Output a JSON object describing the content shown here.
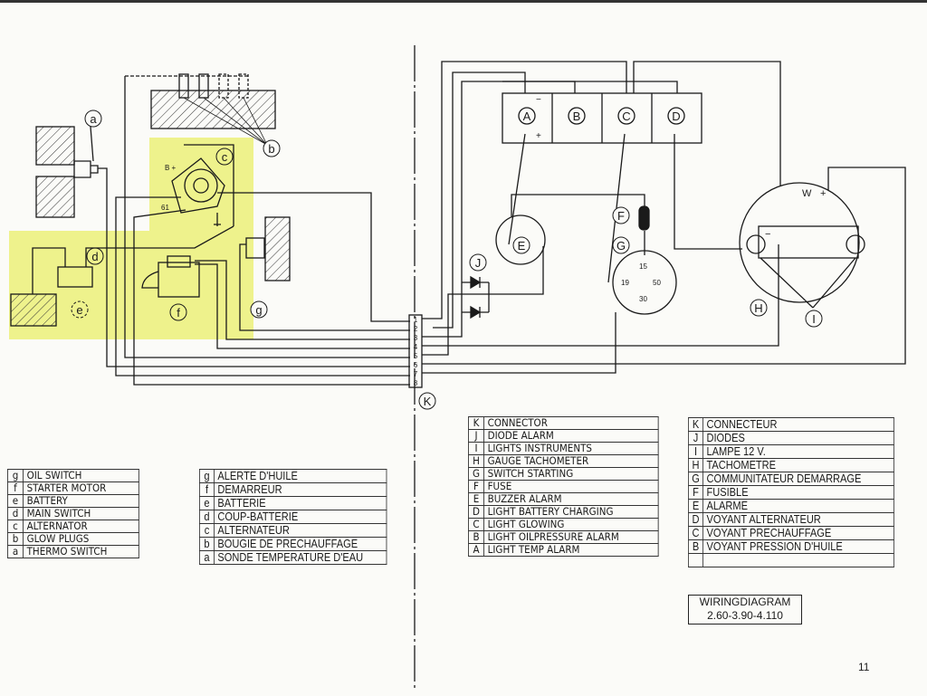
{
  "diagram": {
    "component_labels": {
      "a": "a",
      "b": "b",
      "c": "c",
      "d": "d",
      "e": "e",
      "f": "f",
      "g": "g",
      "A": "A",
      "B": "B",
      "C": "C",
      "D": "D",
      "E": "E",
      "F": "F",
      "G": "G",
      "H": "H",
      "I": "I",
      "J": "J",
      "K": "K"
    },
    "alternator_terminals": {
      "b_plus": "B +",
      "t61": "61"
    },
    "switch_terminals": {
      "t15": "15",
      "t19": "19",
      "t50": "50",
      "t30": "30"
    },
    "tachometer_terminals": {
      "w": "W",
      "plus": "+",
      "minus": "−"
    },
    "lamp_terminals": {
      "minus": "−",
      "plus": "+"
    },
    "connector_pins": [
      "1",
      "2",
      "3",
      "4",
      "5",
      "6",
      "7",
      "8"
    ]
  },
  "legend_left_en": [
    [
      "g",
      "OIL SWITCH"
    ],
    [
      "f",
      "STARTER MOTOR"
    ],
    [
      "e",
      "BATTERY"
    ],
    [
      "d",
      "MAIN SWITCH"
    ],
    [
      "c",
      "ALTERNATOR"
    ],
    [
      "b",
      "GLOW PLUGS"
    ],
    [
      "a",
      "THERMO SWITCH"
    ]
  ],
  "legend_left_fr": [
    [
      "g",
      "ALERTE D'HUILE"
    ],
    [
      "f",
      "DEMARREUR"
    ],
    [
      "e",
      "BATTERIE"
    ],
    [
      "d",
      "COUP-BATTERIE"
    ],
    [
      "c",
      "ALTERNATEUR"
    ],
    [
      "b",
      "BOUGIE DE PRECHAUFFAGE"
    ],
    [
      "a",
      "SONDE TEMPERATURE D'EAU"
    ]
  ],
  "legend_right_en": [
    [
      "K",
      "CONNECTOR"
    ],
    [
      "J",
      "DIODE ALARM"
    ],
    [
      "I",
      "LIGHTS INSTRUMENTS"
    ],
    [
      "H",
      "GAUGE TACHOMETER"
    ],
    [
      "G",
      "SWITCH STARTING"
    ],
    [
      "F",
      "FUSE"
    ],
    [
      "E",
      "BUZZER ALARM"
    ],
    [
      "D",
      "LIGHT BATTERY CHARGING"
    ],
    [
      "C",
      "LIGHT GLOWING"
    ],
    [
      "B",
      "LIGHT OILPRESSURE ALARM"
    ],
    [
      "A",
      "LIGHT TEMP ALARM"
    ]
  ],
  "legend_right_fr": [
    [
      "K",
      "CONNECTEUR"
    ],
    [
      "J",
      "DIODES"
    ],
    [
      "I",
      "LAMPE 12 V."
    ],
    [
      "H",
      "TACHOMETRE"
    ],
    [
      "G",
      "COMMUNITATEUR DEMARRAGE"
    ],
    [
      "F",
      "FUSIBLE"
    ],
    [
      "E",
      "ALARME"
    ],
    [
      "D",
      "VOYANT ALTERNATEUR"
    ],
    [
      "C",
      "VOYANT PRECHAUFFAGE"
    ],
    [
      "B",
      "VOYANT PRESSION D'HUILE"
    ],
    [
      "",
      ""
    ]
  ],
  "title_box": {
    "line1": "WIRINGDIAGRAM",
    "line2": "2.60-3.90-4.110"
  },
  "page_number": "11",
  "colors": {
    "highlight": "#eef28c",
    "ink": "#1a1a1a"
  }
}
